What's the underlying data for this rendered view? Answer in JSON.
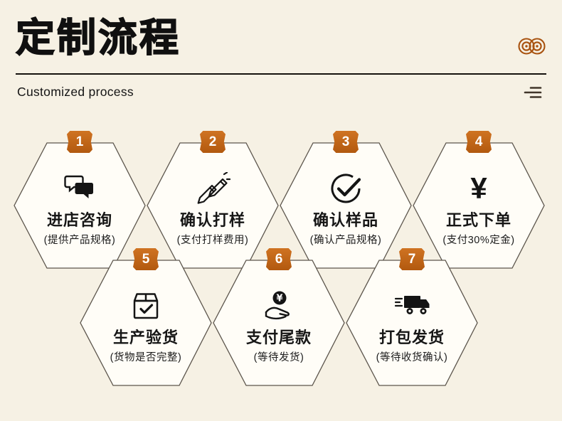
{
  "theme": {
    "background": "#f6f1e4",
    "accent": "#c2661c",
    "ink": "#141414"
  },
  "header": {
    "title": "定制流程",
    "subtitle": "Customized process",
    "corner_icon": "rope-coil-icon",
    "subtitle_icon": "list-lines-icon"
  },
  "steps": [
    {
      "num": "1",
      "title": "进店咨询",
      "subtitle": "(提供产品规格)",
      "icon": "chat-bubbles-icon"
    },
    {
      "num": "2",
      "title": "确认打样",
      "subtitle": "(支付打样费用)",
      "icon": "pencils-icon"
    },
    {
      "num": "3",
      "title": "确认样品",
      "subtitle": "(确认产品规格)",
      "icon": "check-circle-icon"
    },
    {
      "num": "4",
      "title": "正式下单",
      "subtitle": "(支付30%定金)",
      "icon": "yuan-icon",
      "icon_glyph": "¥"
    },
    {
      "num": "5",
      "title": "生产验货",
      "subtitle": "(货物是否完整)",
      "icon": "box-check-icon"
    },
    {
      "num": "6",
      "title": "支付尾款",
      "subtitle": "(等待发货)",
      "icon": "coin-hand-icon"
    },
    {
      "num": "7",
      "title": "打包发货",
      "subtitle": "(等待收货确认)",
      "icon": "truck-icon"
    }
  ]
}
